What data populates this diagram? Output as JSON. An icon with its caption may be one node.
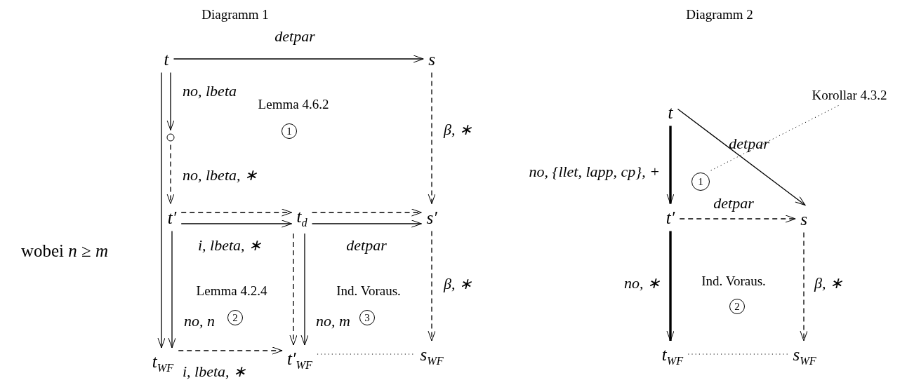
{
  "diagram": {
    "nodes": [
      {
        "text": [
          "t"
        ]
      },
      {
        "text": [
          "s"
        ]
      },
      {
        "text": [],
        "shape": "circle"
      },
      {
        "text": [
          "t′"
        ]
      },
      {
        "text": [
          "t$_{d}$"
        ]
      },
      {
        "text": [
          "s′"
        ]
      },
      {
        "text": [
          "t$_{WF}$"
        ]
      },
      {
        "text": [
          "t′$_{WF}$"
        ]
      },
      {
        "text": [
          "s$_{WF}$"
        ]
      },
      {
        "text": [
          "t"
        ]
      },
      {
        "text": [
          "s"
        ]
      },
      {
        "text": [
          "t′"
        ]
      },
      {
        "text": [
          "t$_{WF}$"
        ]
      },
      {
        "text": [
          "s$_{WF}$"
        ]
      },
      {
        "text": [
          "Korollar 4.3.2"
        ]
      },
      {
        "text": [
          "1"
        ]
      }
    ],
    "edges": [
      {
        "from": 0,
        "to": 1,
        "arrow": "to",
        "label": "detpar"
      },
      {
        "from": 0,
        "to": 2,
        "arrow": "to",
        "label": "no, lbeta"
      },
      {
        "from": 2,
        "to": 3,
        "arrow": "to",
        "style": "dashed",
        "label": "no, lbeta, ∗"
      },
      {
        "from": 1,
        "to": 5,
        "arrow": "to",
        "style": "dashed",
        "label": "β, ∗"
      },
      {
        "from": 3,
        "to": 4,
        "arrow": "to",
        "style": "dashed"
      },
      {
        "from": 3,
        "to": 4,
        "arrow": "to",
        "label": "i, lbeta, ∗"
      },
      {
        "from": 4,
        "to": 5,
        "arrow": "to",
        "style": "dashed"
      },
      {
        "from": 4,
        "to": 5,
        "arrow": "to",
        "label": "detpar"
      },
      {
        "from": 0,
        "to": 6,
        "arrow": "to"
      },
      {
        "from": 3,
        "to": 6,
        "arrow": "to",
        "label": "no, n"
      },
      {
        "from": 4,
        "to": 7,
        "arrow": "to",
        "style": "dashed"
      },
      {
        "from": 4,
        "to": 7,
        "arrow": "to",
        "label": "no, m"
      },
      {
        "from": 5,
        "to": 8,
        "arrow": "to",
        "style": "dashed",
        "label": "β, ∗"
      },
      {
        "from": 6,
        "to": 7,
        "arrow": "to",
        "style": "dashed",
        "label": "i, lbeta, ∗"
      },
      {
        "from": 7,
        "to": 8,
        "arrow": "none",
        "style": "dashed"
      },
      {
        "from": 9,
        "to": 10,
        "arrow": "to",
        "label": "detpar"
      },
      {
        "from": 9,
        "to": 11,
        "arrow": "to",
        "style": "thick",
        "label": "no, {llet, lapp, cp}, +"
      },
      {
        "from": 11,
        "to": 10,
        "arrow": "to",
        "style": "dashed",
        "label": "detpar"
      },
      {
        "from": 11,
        "to": 12,
        "arrow": "to",
        "style": "thick",
        "label": "no, ∗"
      },
      {
        "from": 10,
        "to": 13,
        "arrow": "to",
        "style": "dashed",
        "label": "β, ∗"
      },
      {
        "from": 12,
        "to": 13,
        "arrow": "none",
        "style": "dashed"
      },
      {
        "from": 14,
        "to": 15,
        "arrow": "none",
        "style": "dashed"
      }
    ],
    "labels": [
      "Diagramm 1",
      "Diagramm 2",
      "wobei *n* ≥ *m*",
      "Lemma 4.6.2",
      "1",
      "Lemma 4.2.4",
      "2",
      "Ind. Voraus.",
      "3",
      "Ind. Voraus.",
      "2"
    ]
  }
}
